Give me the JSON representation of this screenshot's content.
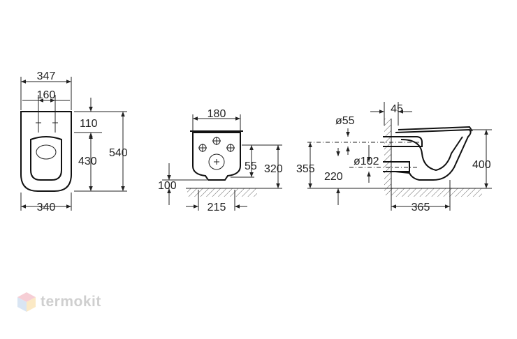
{
  "front_view": {
    "width_top": "347",
    "spacing": "160",
    "offset": "110",
    "inner_height": "430",
    "total_height": "540",
    "width_bottom": "340"
  },
  "rear_view": {
    "width": "180",
    "drop": "55",
    "height": "320",
    "floor_offset": "100",
    "bottom_width": "215"
  },
  "side_view": {
    "wall_offset": "45",
    "pipe_diameter": "ø55",
    "outlet_diameter": "ø102",
    "height_355": "355",
    "height_220": "220",
    "height_400": "400",
    "depth": "365"
  },
  "watermark": {
    "text": "termokit",
    "colors": [
      "#e0546a",
      "#7aa6d6",
      "#8cc08c",
      "#f2b134"
    ]
  }
}
